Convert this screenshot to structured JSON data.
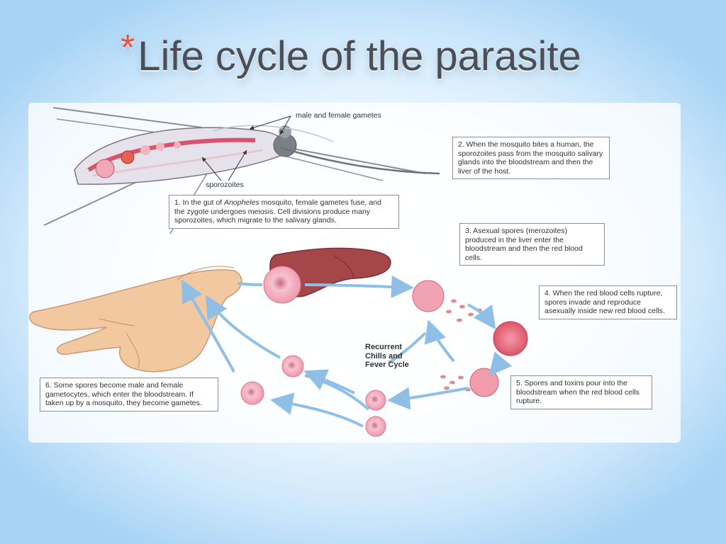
{
  "slide": {
    "bullet": "*",
    "title": "Life cycle of the parasite"
  },
  "diagram": {
    "labels": {
      "gametes": "male and female gametes",
      "sporozoites": "sporozoites",
      "cycle": "Recurrent\nChills and\nFever Cycle"
    },
    "steps": [
      {
        "pre": "1. In the gut of ",
        "em": "Anopheles",
        "post": " mosquito, female gametes fuse, and the zygote undergoes meiosis. Cell divisions produce many sporozoites, which migrate to the salivary glands."
      },
      {
        "pre": "2. When the mosquito bites a human, the sporozoites pass from the mosquito salivary glands into the bloodstream and then the liver of the host.",
        "em": "",
        "post": ""
      },
      {
        "pre": "3. Asexual spores (merozoites) produced in the liver enter the bloodstream and then the red blood cells.",
        "em": "",
        "post": ""
      },
      {
        "pre": "4. When the red blood cells rupture, spores invade and reproduce asexually inside new red blood cells.",
        "em": "",
        "post": ""
      },
      {
        "pre": "5. Spores and toxins pour into the bloodstream when the red blood cells rupture.",
        "em": "",
        "post": ""
      },
      {
        "pre": "6. Some spores become male and female gametocytes, which enter the bloodstream. If taken up by a mosquito, they become gametes.",
        "em": "",
        "post": ""
      }
    ],
    "colors": {
      "accent": "#e8543b",
      "rbc": "#f4a7b9",
      "liver": "#a5474a",
      "arrow": "#8fbfe6",
      "skin": "#f2c8a0"
    }
  }
}
